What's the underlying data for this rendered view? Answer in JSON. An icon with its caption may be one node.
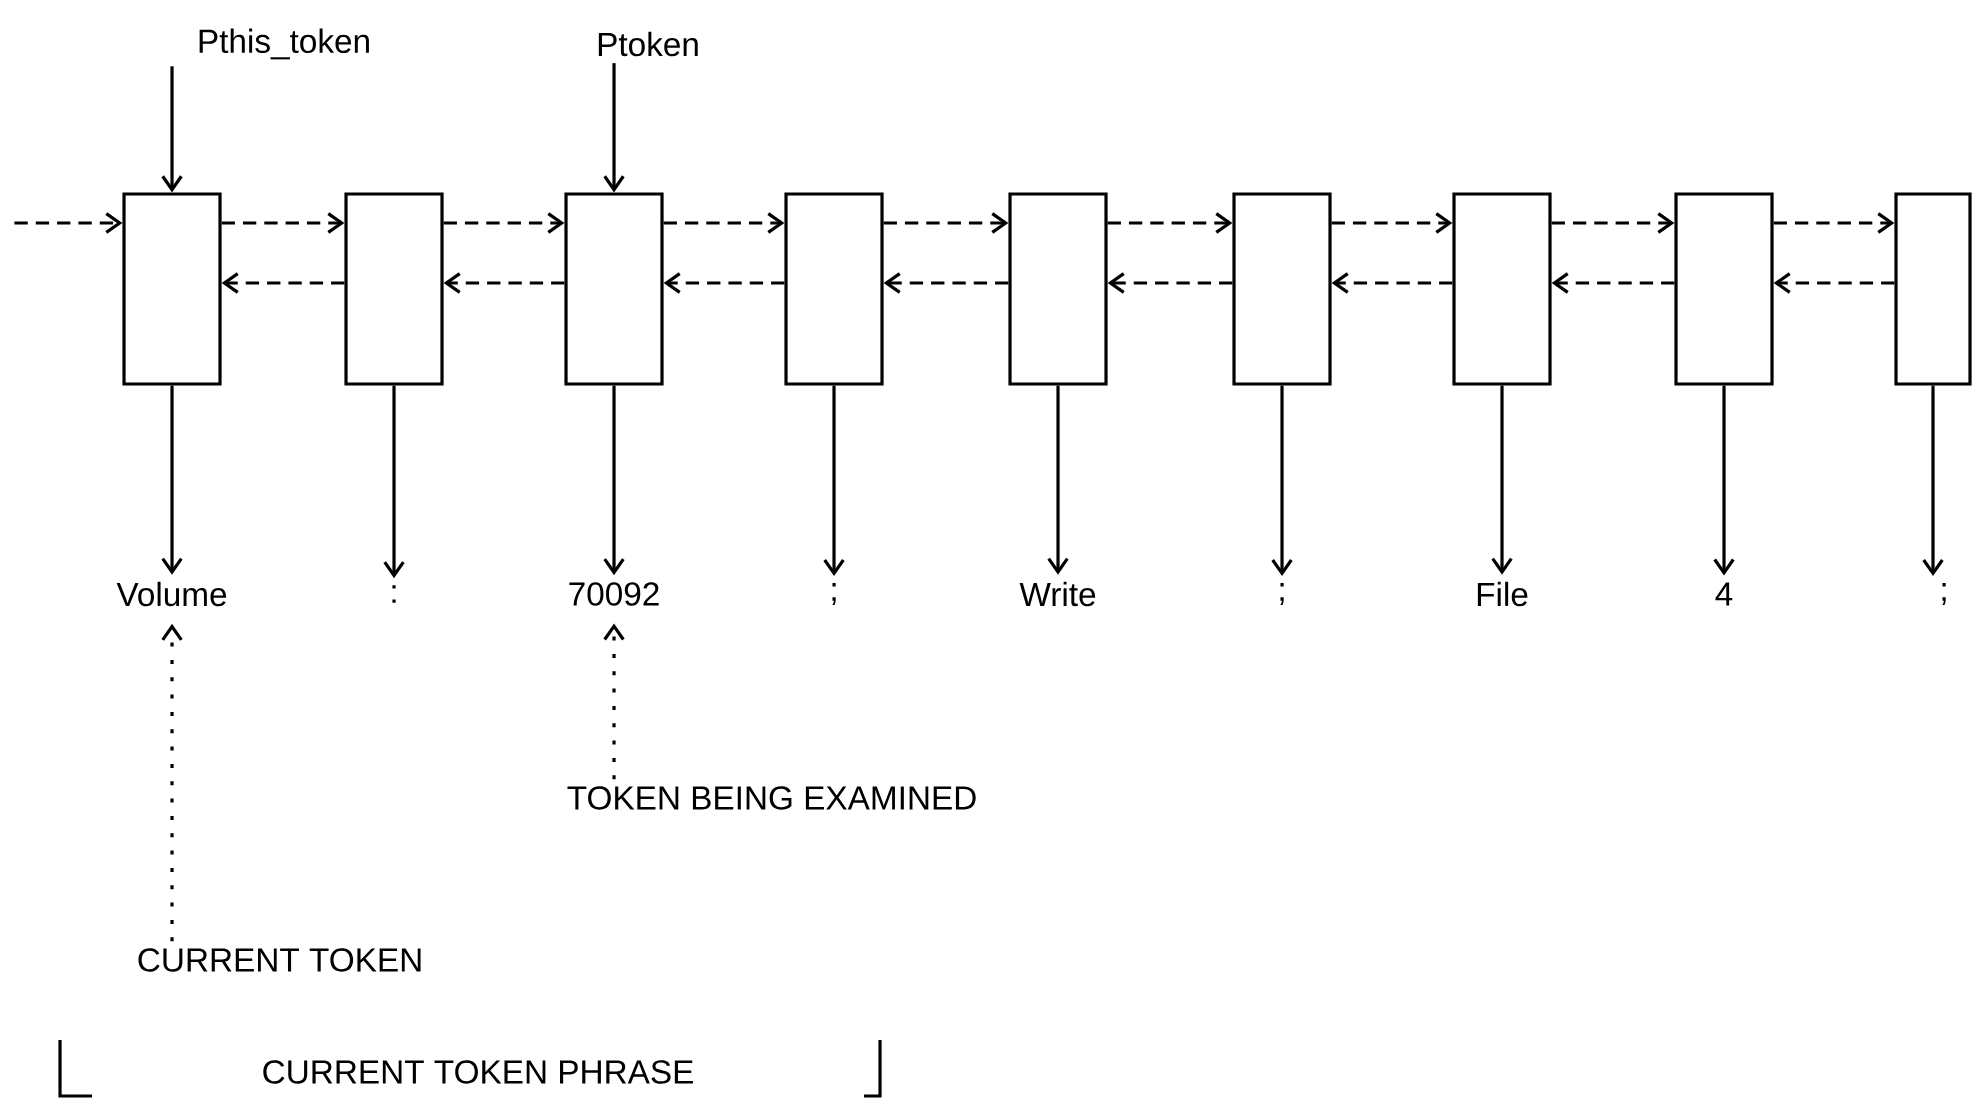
{
  "diagram": {
    "nodes": [
      {
        "text": [
          "Pthis_token"
        ]
      },
      {
        "text": [
          "Ptoken"
        ]
      },
      {
        "text": [],
        "shape": "box"
      },
      {
        "text": [],
        "shape": "box"
      },
      {
        "text": [],
        "shape": "box"
      },
      {
        "text": [],
        "shape": "box"
      },
      {
        "text": [],
        "shape": "box"
      },
      {
        "text": [],
        "shape": "box"
      },
      {
        "text": [],
        "shape": "box"
      },
      {
        "text": [],
        "shape": "box"
      },
      {
        "text": [],
        "shape": "box"
      },
      {
        "text": [
          "Volume"
        ]
      },
      {
        "text": [
          ":"
        ]
      },
      {
        "text": [
          "70092"
        ]
      },
      {
        "text": [
          ";"
        ]
      },
      {
        "text": [
          "Write"
        ]
      },
      {
        "text": [
          ";"
        ]
      },
      {
        "text": [
          "File"
        ]
      },
      {
        "text": [
          "4"
        ]
      },
      {
        "text": [
          ";"
        ]
      },
      {
        "text": [
          "TOKEN BEING EXAMINED"
        ]
      },
      {
        "text": [
          "CURRENT TOKEN"
        ]
      }
    ],
    "edges": [
      {
        "from": 0,
        "to": 2,
        "arrow": "to"
      },
      {
        "from": 1,
        "to": 4,
        "arrow": "to"
      },
      {
        "from": null,
        "to": 2,
        "arrow": "to",
        "style": "dashed"
      },
      {
        "from": 2,
        "to": 3,
        "arrow": "to",
        "style": "dashed"
      },
      {
        "from": 3,
        "to": 2,
        "arrow": "to",
        "style": "dashed"
      },
      {
        "from": 3,
        "to": 4,
        "arrow": "to",
        "style": "dashed"
      },
      {
        "from": 4,
        "to": 3,
        "arrow": "to",
        "style": "dashed"
      },
      {
        "from": 4,
        "to": 5,
        "arrow": "to",
        "style": "dashed"
      },
      {
        "from": 5,
        "to": 4,
        "arrow": "to",
        "style": "dashed"
      },
      {
        "from": 5,
        "to": 6,
        "arrow": "to",
        "style": "dashed"
      },
      {
        "from": 6,
        "to": 5,
        "arrow": "to",
        "style": "dashed"
      },
      {
        "from": 6,
        "to": 7,
        "arrow": "to",
        "style": "dashed"
      },
      {
        "from": 7,
        "to": 6,
        "arrow": "to",
        "style": "dashed"
      },
      {
        "from": 7,
        "to": 8,
        "arrow": "to",
        "style": "dashed"
      },
      {
        "from": 8,
        "to": 7,
        "arrow": "to",
        "style": "dashed"
      },
      {
        "from": 8,
        "to": 9,
        "arrow": "to",
        "style": "dashed"
      },
      {
        "from": 9,
        "to": 8,
        "arrow": "to",
        "style": "dashed"
      },
      {
        "from": 9,
        "to": 10,
        "arrow": "to",
        "style": "dashed"
      },
      {
        "from": 10,
        "to": 9,
        "arrow": "to",
        "style": "dashed"
      },
      {
        "from": 2,
        "to": 11,
        "arrow": "to"
      },
      {
        "from": 3,
        "to": 12,
        "arrow": "to"
      },
      {
        "from": 4,
        "to": 13,
        "arrow": "to"
      },
      {
        "from": 5,
        "to": 14,
        "arrow": "to"
      },
      {
        "from": 6,
        "to": 15,
        "arrow": "to"
      },
      {
        "from": 7,
        "to": 16,
        "arrow": "to"
      },
      {
        "from": 8,
        "to": 17,
        "arrow": "to"
      },
      {
        "from": 9,
        "to": 18,
        "arrow": "to"
      },
      {
        "from": 10,
        "to": 19,
        "arrow": "to"
      },
      {
        "from": 20,
        "to": 13,
        "arrow": "to",
        "style": "dashed"
      },
      {
        "from": 21,
        "to": 11,
        "arrow": "to",
        "style": "dashed"
      }
    ],
    "labels": [
      "CURRENT TOKEN PHRASE"
    ]
  }
}
